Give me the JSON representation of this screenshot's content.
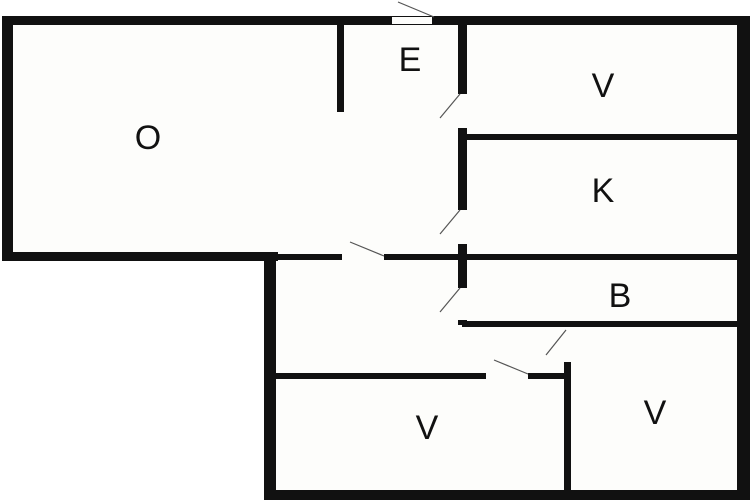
{
  "floor_plan": {
    "colors": {
      "wall": "#111111",
      "floor": "#fdfdfb",
      "door": "#555555"
    },
    "rooms": [
      {
        "id": "room-o",
        "label": "O"
      },
      {
        "id": "room-e",
        "label": "E"
      },
      {
        "id": "room-v-top",
        "label": "V"
      },
      {
        "id": "room-k",
        "label": "K"
      },
      {
        "id": "room-b",
        "label": "B"
      },
      {
        "id": "room-v-bottom-left",
        "label": "V"
      },
      {
        "id": "room-v-bottom-right",
        "label": "V"
      }
    ]
  }
}
